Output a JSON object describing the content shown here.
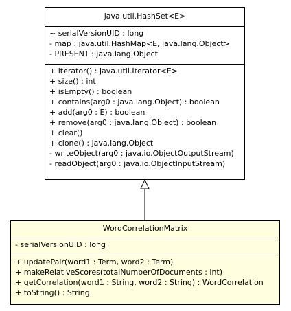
{
  "superclass": {
    "name": "java.util.HashSet<E>",
    "fields": [
      "~ serialVersionUID : long",
      "- map : java.util.HashMap<E, java.lang.Object>",
      "- PRESENT : java.lang.Object"
    ],
    "methods": [
      "+ iterator() : java.util.Iterator<E>",
      "+ size() : int",
      "+ isEmpty() : boolean",
      "+ contains(arg0 : java.lang.Object) : boolean",
      "+ add(arg0 : E) : boolean",
      "+ remove(arg0 : java.lang.Object) : boolean",
      "+ clear()",
      "+ clone() : java.lang.Object",
      "- writeObject(arg0 : java.io.ObjectOutputStream)",
      "- readObject(arg0 : java.io.ObjectInputStream)"
    ]
  },
  "subclass": {
    "name": "WordCorrelationMatrix",
    "fields": [
      "- serialVersionUID : long"
    ],
    "methods": [
      "+ updatePair(word1 : Term, word2 : Term)",
      "+ makeRelativeScores(totalNumberOfDocuments : int)",
      "+ getCorrelation(word1 : String, word2 : String) : WordCorrelation",
      "+ toString() : String"
    ]
  },
  "colors": {
    "superclass_fill": "#ffffff",
    "subclass_fill": "#ffffe0",
    "line": "#000000"
  }
}
